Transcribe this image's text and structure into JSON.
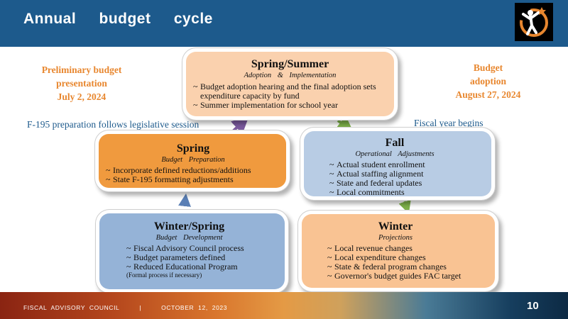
{
  "header": {
    "title": "Annual budget cycle"
  },
  "notes": {
    "preliminary": [
      "Preliminary budget",
      "presentation",
      "July 2, 2024"
    ],
    "adoption": [
      "Budget",
      "adoption",
      "August 27, 2024"
    ],
    "f195": "F-195 preparation follows legislative session",
    "fiscal_year": "Fiscal year begins"
  },
  "boxes": {
    "spring_summer": {
      "title": "Spring/Summer",
      "subtitle": "Adoption & Implementation",
      "items": [
        "Budget adoption hearing and the final adoption sets expenditure capacity by fund",
        "Summer implementation for school year"
      ]
    },
    "spring": {
      "title": "Spring",
      "subtitle": "Budget Preparation",
      "items": [
        "Incorporate defined reductions/additions",
        "State F-195 formatting adjustments"
      ]
    },
    "fall": {
      "title": "Fall",
      "subtitle": "Operational Adjustments",
      "items": [
        "Actual student enrollment",
        "Actual staffing alignment",
        "State and federal updates",
        "Local commitments"
      ]
    },
    "winter_spring": {
      "title": "Winter/Spring",
      "subtitle": "Budget Development",
      "items": [
        "Fiscal Advisory Council process",
        "Budget parameters defined",
        "Reduced Educational Program"
      ],
      "note": "(Formal process if necessary)"
    },
    "winter": {
      "title": "Winter",
      "subtitle": "Projections",
      "items": [
        "Local revenue changes",
        "Local expenditure changes",
        "State & federal program changes",
        "Governor's budget guides FAC target"
      ]
    }
  },
  "bullet_char": "~",
  "footer": {
    "organization": "FISCAL ADVISORY COUNCIL",
    "separator": "|",
    "date": "OCTOBER 12, 2023"
  },
  "page_number": "10",
  "colors": {
    "header": "#1d5a8c",
    "accent_orange": "#e8872f",
    "spring_summer": "#fad1ae",
    "spring": "#f09a3e",
    "fall": "#b8cce4",
    "winter_spring": "#95b3d7",
    "winter": "#f9c393"
  }
}
